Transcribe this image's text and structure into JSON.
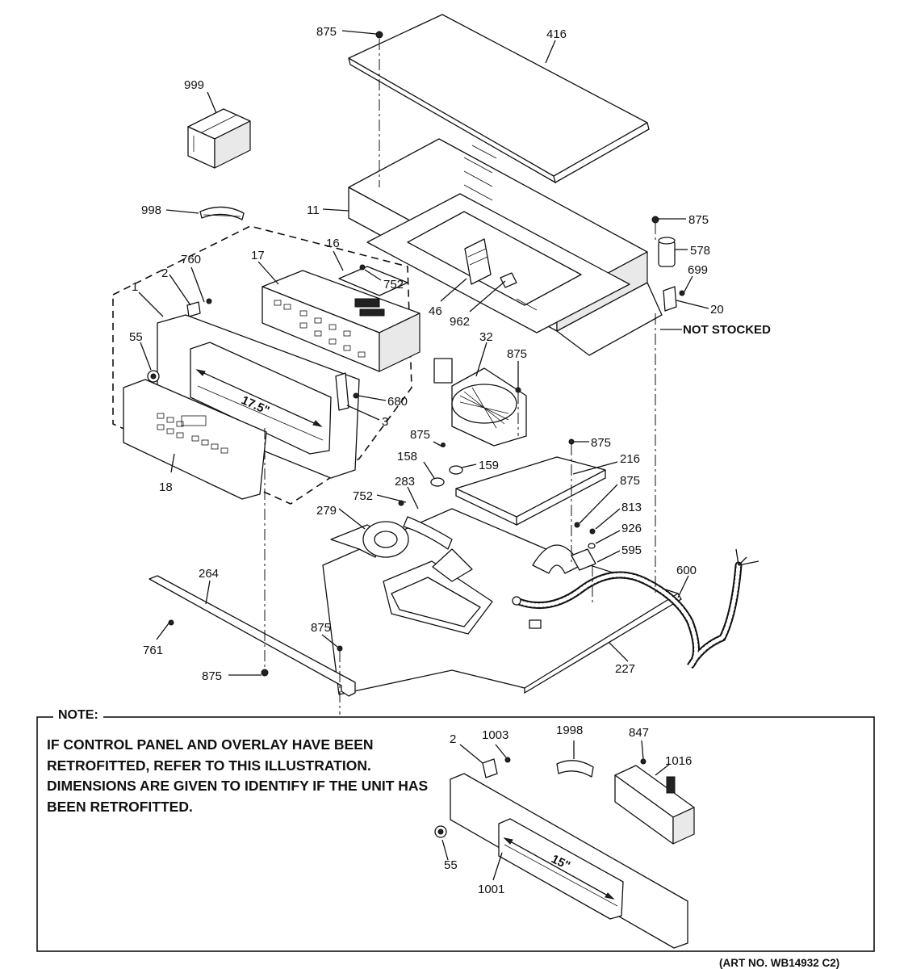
{
  "callouts": {
    "c875a": "875",
    "c416": "416",
    "c999": "999",
    "c998": "998",
    "c11": "11",
    "c875b": "875",
    "c578": "578",
    "c699": "699",
    "c20": "20",
    "c16": "16",
    "c17": "17",
    "c760": "760",
    "c2": "2",
    "c1": "1",
    "c752a": "752",
    "c46": "46",
    "c962": "962",
    "c55": "55",
    "c32": "32",
    "c875c": "875",
    "c680": "680",
    "c3": "3",
    "c18": "18",
    "c875d": "875",
    "c158": "158",
    "c159": "159",
    "c875e": "875",
    "c216": "216",
    "c875f": "875",
    "c752b": "752",
    "c283": "283",
    "c279": "279",
    "c813": "813",
    "c926": "926",
    "c595": "595",
    "c600": "600",
    "c264": "264",
    "c761": "761",
    "c875g": "875",
    "c875h": "875",
    "c227": "227",
    "n2": "2",
    "n1003": "1003",
    "n1998": "1998",
    "n847": "847",
    "n1016": "1016",
    "n55": "55",
    "n1001": "1001"
  },
  "dimensions": {
    "main": "17.5\"",
    "retrofit": "15\""
  },
  "not_stocked": "NOT STOCKED",
  "note": {
    "title": "NOTE:",
    "text": "IF CONTROL PANEL AND OVERLAY HAVE BEEN RETROFITTED, REFER TO THIS ILLUSTRATION. DIMENSIONS ARE GIVEN TO IDENTIFY IF THE UNIT HAS BEEN RETROFITTED."
  },
  "art_number": "(ART NO. WB14932 C2)"
}
